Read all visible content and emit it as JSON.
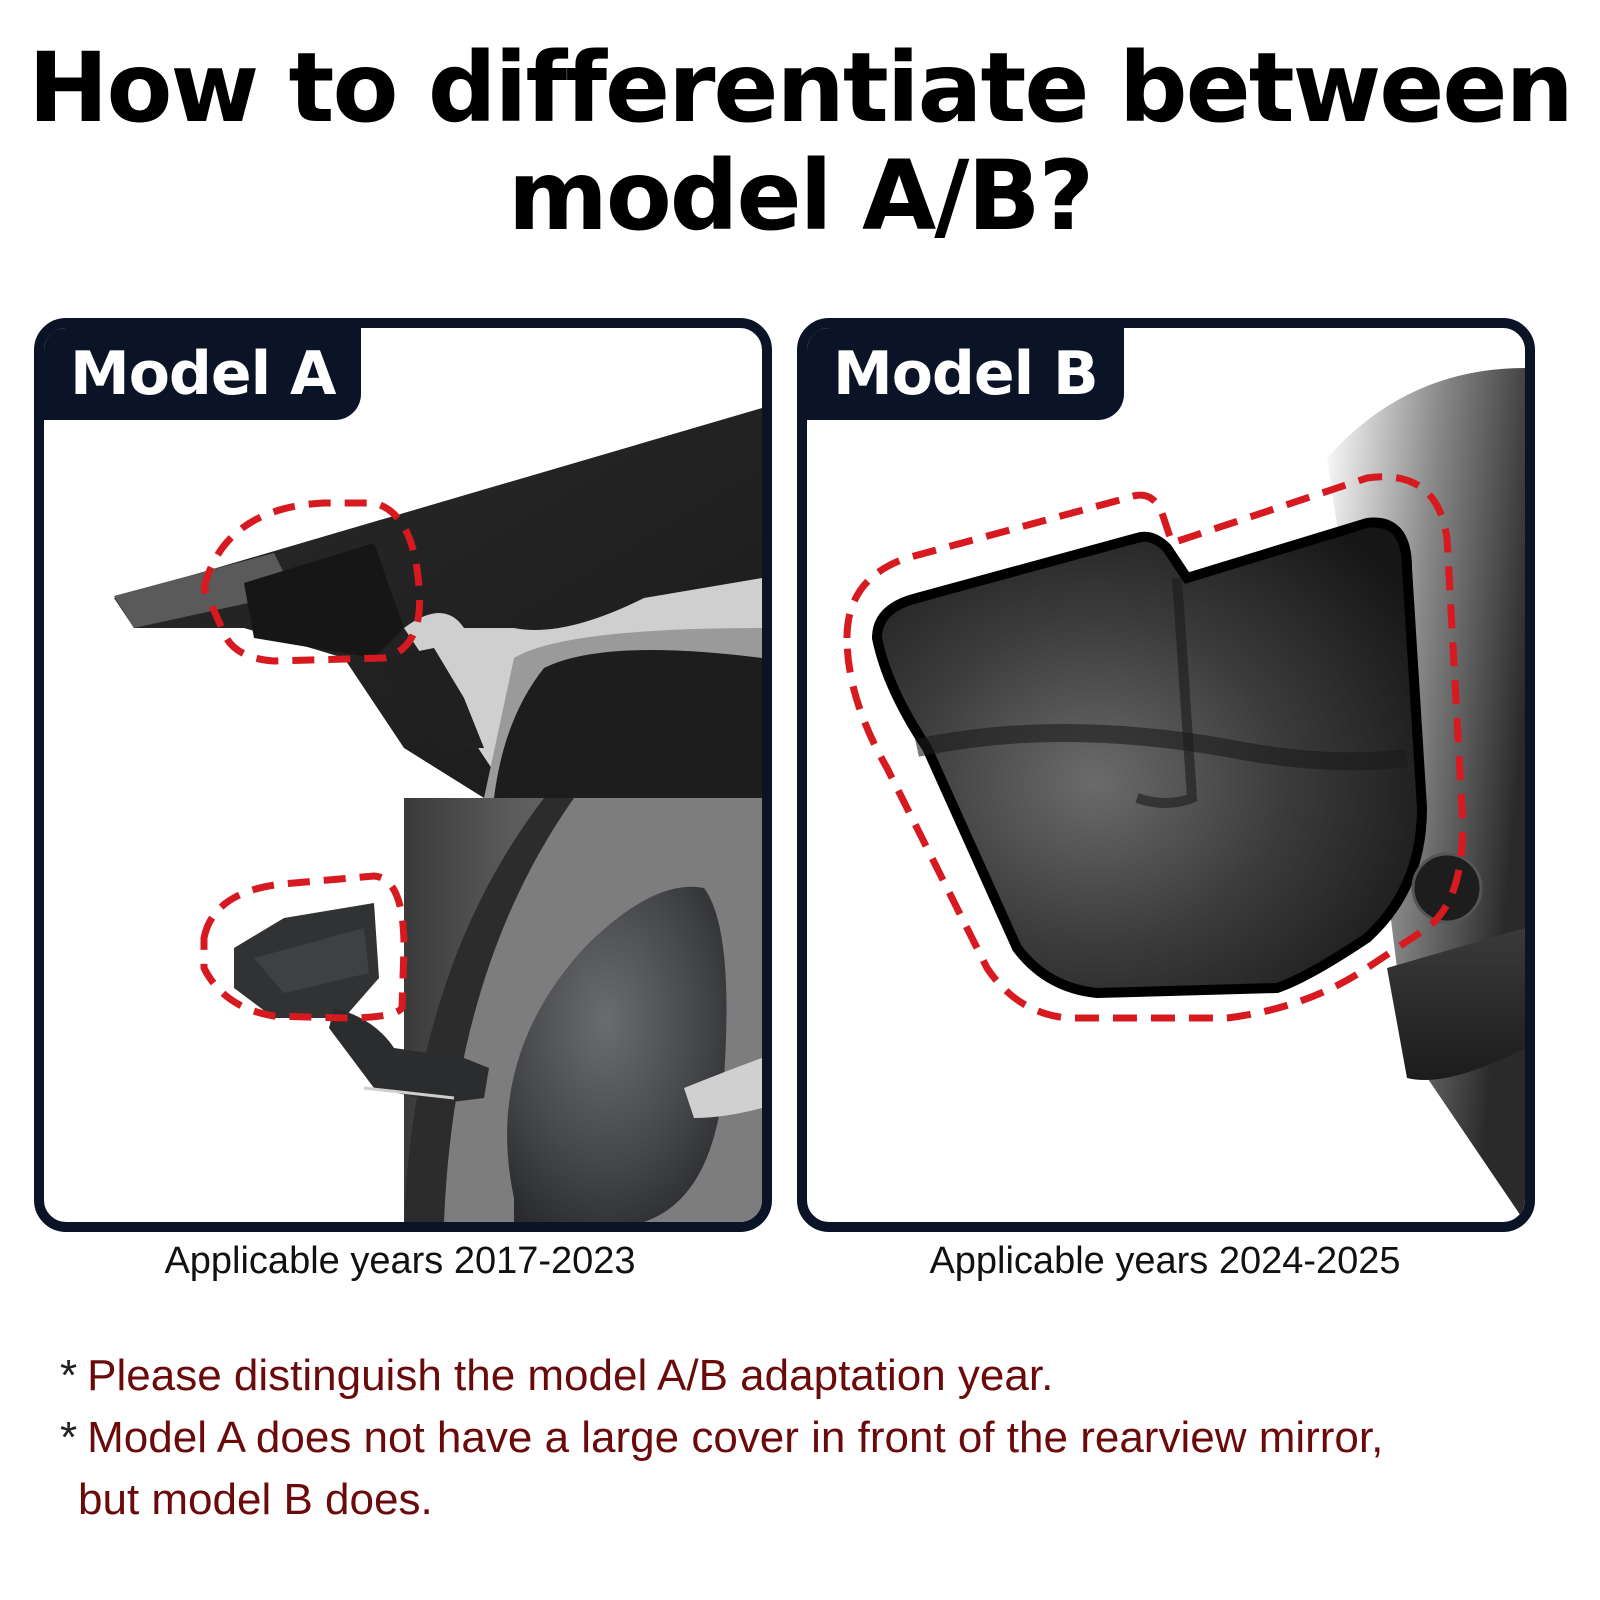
{
  "title": {
    "line1": "How to differentiate between",
    "line2": "model A/B?"
  },
  "panels": [
    {
      "label": "Model A",
      "caption": "Applicable years 2017-2023",
      "image": "rearview-mirror-mount-without-cover",
      "highlight_color": "#d71920"
    },
    {
      "label": "Model B",
      "caption": "Applicable years 2024-2025",
      "image": "rearview-mirror-with-large-cover",
      "highlight_color": "#d71920"
    }
  ],
  "notes": {
    "bullet": "*",
    "items": [
      "Please distinguish the model A/B adaptation year.",
      "Model A does not have a large cover in front of the rearview mirror,"
    ],
    "continuation": "but model B does."
  },
  "colors": {
    "frame": "#0b1327",
    "note_text": "#6b0a0a",
    "dash_highlight": "#d71920"
  }
}
